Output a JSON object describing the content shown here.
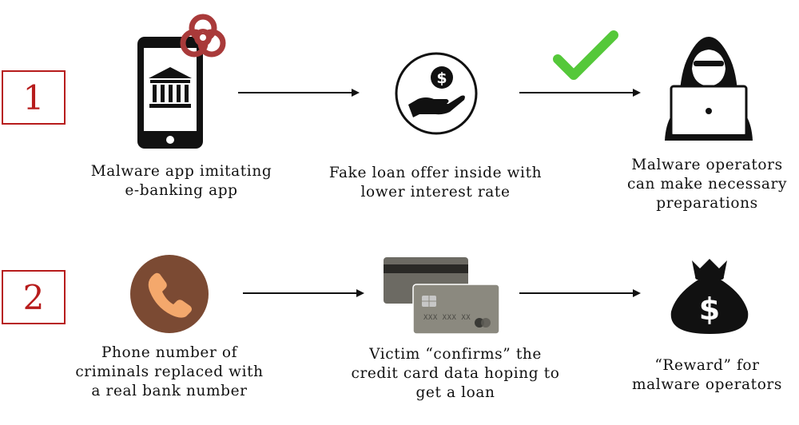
{
  "steps": [
    {
      "number": "1",
      "items": [
        {
          "icon": "phone-bank-icon",
          "caption": [
            "Malware app imitating",
            "e-banking app"
          ]
        },
        {
          "icon": "hand-money-icon",
          "caption": [
            "Fake loan offer inside with",
            "lower interest rate"
          ]
        },
        {
          "icon": "hacker-laptop-icon",
          "caption": [
            "Malware operators",
            "can make necessary",
            "preparations"
          ]
        }
      ]
    },
    {
      "number": "2",
      "items": [
        {
          "icon": "phone-call-icon",
          "caption": [
            "Phone number of",
            "criminals replaced with",
            "a real bank number"
          ]
        },
        {
          "icon": "credit-cards-icon",
          "caption": [
            "Victim “confirms” the",
            "credit card data hoping to",
            "get a loan"
          ],
          "card_number": "XXX XXX XX"
        },
        {
          "icon": "money-bag-icon",
          "caption": [
            "“Reward” for",
            "malware operators"
          ]
        }
      ]
    }
  ],
  "colors": {
    "step_red": "#b71c1c",
    "biohazard": "#a93a3a",
    "check": "#55c83a",
    "call_bg": "#7b4a33",
    "call_fg": "#f4a86c",
    "card_dark": "#6c6a63",
    "card_light": "#8b897f",
    "chip": "#c7c7c7"
  }
}
